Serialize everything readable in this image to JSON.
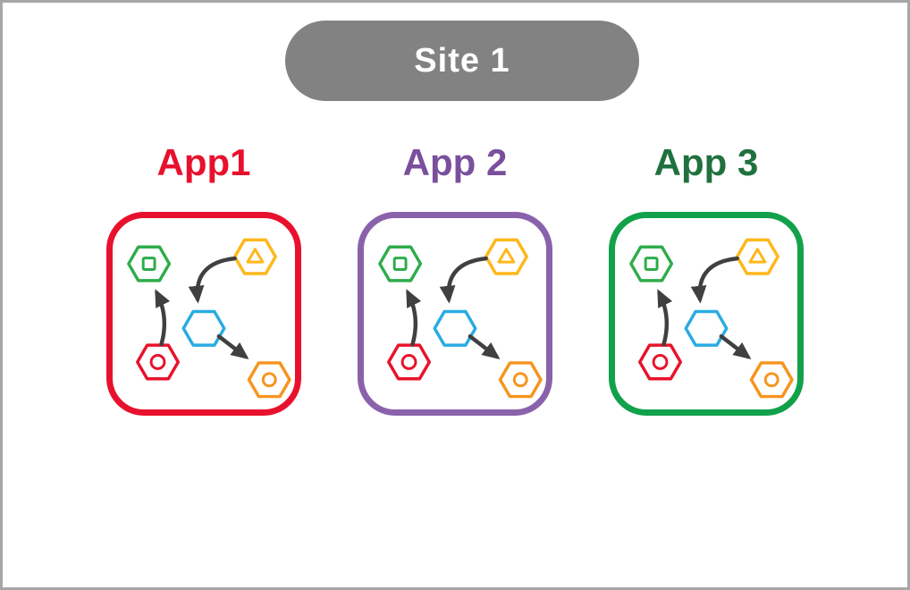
{
  "site": {
    "label": "Site 1",
    "bg_color": "#828282",
    "text_color": "#ffffff"
  },
  "apps": [
    {
      "label": "App1",
      "title_color": "#e8112d",
      "border_color": "#e8112d"
    },
    {
      "label": "App 2",
      "title_color": "#7a4f9d",
      "border_color": "#8a62ab"
    },
    {
      "label": "App 3",
      "title_color": "#20713f",
      "border_color": "#12a14b"
    }
  ],
  "graph": {
    "nodes": [
      {
        "id": "green-hexagon",
        "glyph": "square",
        "color": "#2fac4b"
      },
      {
        "id": "yellow-hexagon",
        "glyph": "triangle",
        "color": "#ffb71b"
      },
      {
        "id": "blue-hexagon",
        "glyph": "none",
        "color": "#29abe2"
      },
      {
        "id": "red-hexagon",
        "glyph": "circle",
        "color": "#e8132b"
      },
      {
        "id": "orange-hexagon",
        "glyph": "circle",
        "color": "#f7941d"
      }
    ],
    "edges": [
      {
        "from": "yellow-hexagon",
        "to": "blue-hexagon"
      },
      {
        "from": "red-hexagon",
        "to": "green-hexagon"
      },
      {
        "from": "blue-hexagon",
        "to": "orange-hexagon"
      }
    ]
  },
  "colors": {
    "frame_border": "#a6a6a6",
    "arrow": "#404040",
    "node_green": "#2fac4b",
    "node_yellow": "#ffb71b",
    "node_blue": "#29abe2",
    "node_red": "#e8132b",
    "node_orange": "#f7941d"
  }
}
